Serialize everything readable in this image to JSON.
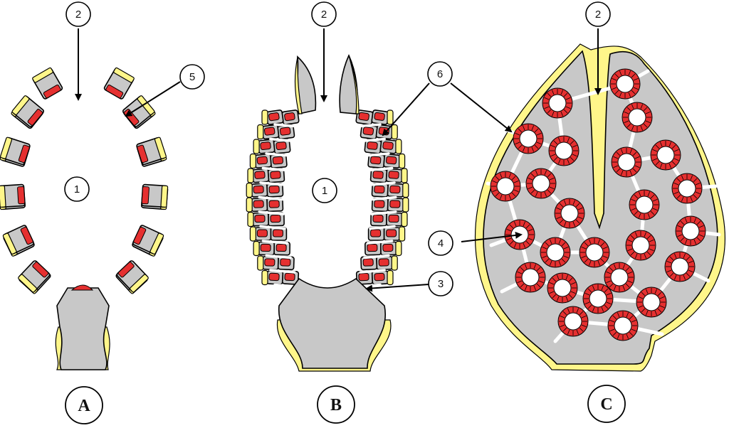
{
  "colors": {
    "cell": "#c8c8c8",
    "outer_layer": "#fff68a",
    "cavity_lining": "#e53030",
    "outline": "#000000",
    "background": "#ffffff"
  },
  "panels": [
    {
      "id": "A",
      "caption": "A",
      "markers": [
        {
          "label": "2"
        },
        {
          "label": "5"
        },
        {
          "label": "1"
        }
      ]
    },
    {
      "id": "B",
      "caption": "B",
      "markers": [
        {
          "label": "2"
        },
        {
          "label": "6"
        },
        {
          "label": "1"
        },
        {
          "label": "3"
        }
      ]
    },
    {
      "id": "C",
      "caption": "C",
      "markers": [
        {
          "label": "2"
        },
        {
          "label": "4"
        }
      ]
    }
  ]
}
